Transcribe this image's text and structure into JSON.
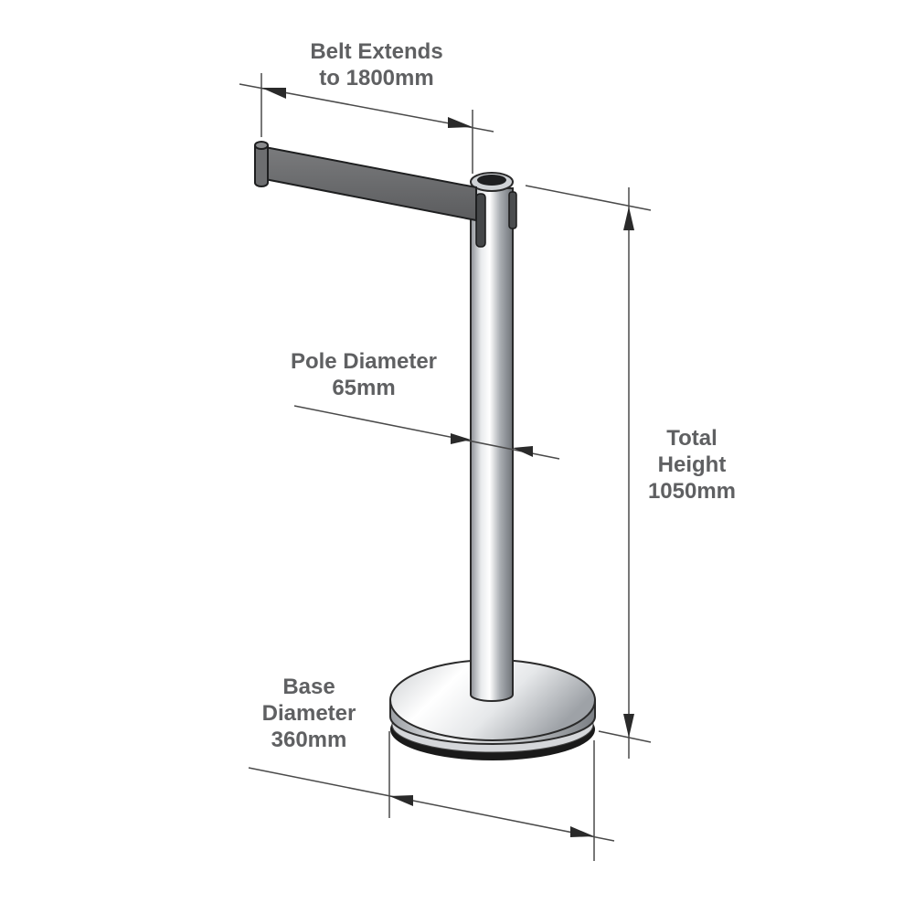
{
  "labels": {
    "belt": [
      "Belt Extends",
      "to 1800mm"
    ],
    "pole": [
      "Pole Diameter",
      "65mm"
    ],
    "height": [
      "Total",
      "Height",
      "1050mm"
    ],
    "base": [
      "Base",
      "Diameter",
      "360mm"
    ]
  },
  "colors": {
    "text": "#5f6062",
    "dimension_line": "#4a4a4a",
    "belt": "#6d6e70",
    "belt_dark": "#3f4042",
    "metal_light": "#f4f5f6",
    "metal_mid": "#b9bcc0",
    "metal_dark": "#6f7378",
    "base_rubber": "#1a1a1a"
  }
}
